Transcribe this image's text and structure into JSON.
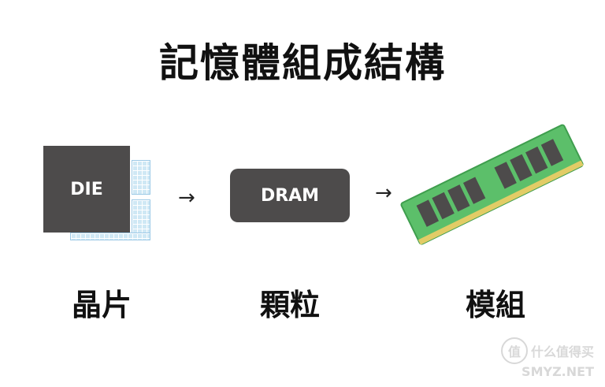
{
  "title": "記憶體組成結構",
  "stages": [
    {
      "chip_text": "DIE",
      "label": "晶片"
    },
    {
      "chip_text": "DRAM",
      "label": "顆粒"
    },
    {
      "chip_text": "",
      "label": "模組"
    }
  ],
  "arrow_glyph": "→",
  "colors": {
    "chip": "#4d4b4b",
    "wafer": "#cfe8f5",
    "module_board": "#5cbf6a",
    "module_chip": "#4d4b4b"
  },
  "watermark": {
    "brand": "什么值得买",
    "domain": "SMYZ.NET"
  }
}
